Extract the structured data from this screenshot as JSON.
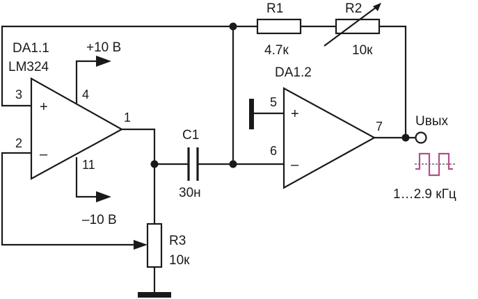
{
  "colors": {
    "ink": "#1a1a1a",
    "waveform": "#b0508a"
  },
  "opamp1": {
    "designator": "DA1.1",
    "part": "LM324",
    "pin_plus": "3",
    "pin_minus": "2",
    "pin_out": "1",
    "pin_vpos": "4",
    "pin_vneg": "11",
    "plus_sign": "+",
    "minus_sign": "–"
  },
  "opamp2": {
    "designator": "DA1.2",
    "pin_plus": "5",
    "pin_minus": "6",
    "pin_out": "7",
    "plus_sign": "+",
    "minus_sign": "–"
  },
  "supply": {
    "positive": "+10 В",
    "negative": "–10 В"
  },
  "R1": {
    "designator": "R1",
    "value": "4.7к"
  },
  "R2": {
    "designator": "R2",
    "value": "10к"
  },
  "R3": {
    "designator": "R3",
    "value": "10к"
  },
  "C1": {
    "designator": "C1",
    "value": "30н"
  },
  "output": {
    "label": "Uвых",
    "frequency": "1…2.9 кГц"
  }
}
